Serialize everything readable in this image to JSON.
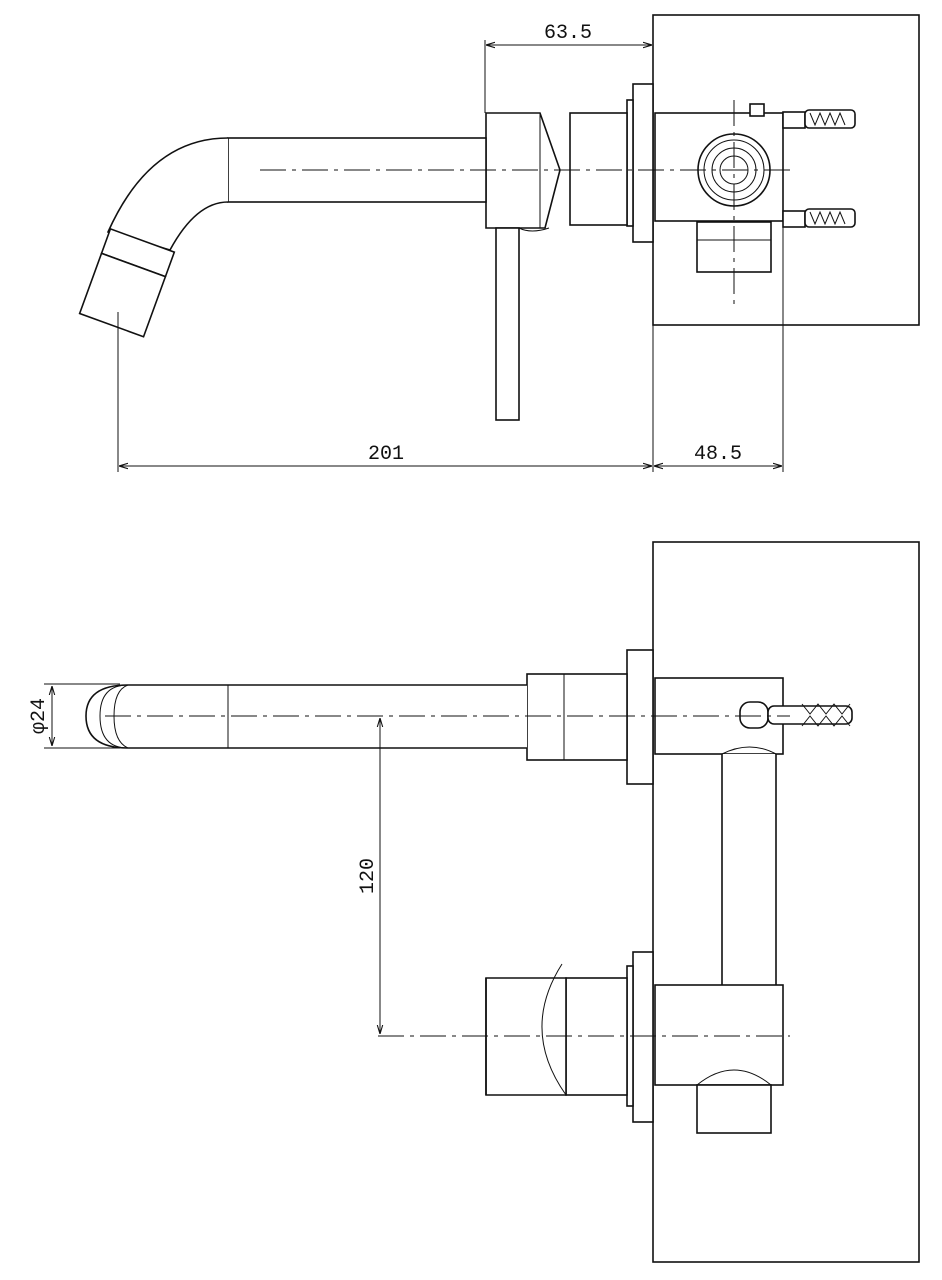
{
  "dimensions": {
    "top_wall_depth": "63.5",
    "spout_reach": "201",
    "body_depth": "48.5",
    "spout_diameter": "φ24",
    "handle_spacing": "120"
  },
  "colors": {
    "line": "#111111",
    "background": "#ffffff",
    "wall_speckle": "#222222"
  }
}
